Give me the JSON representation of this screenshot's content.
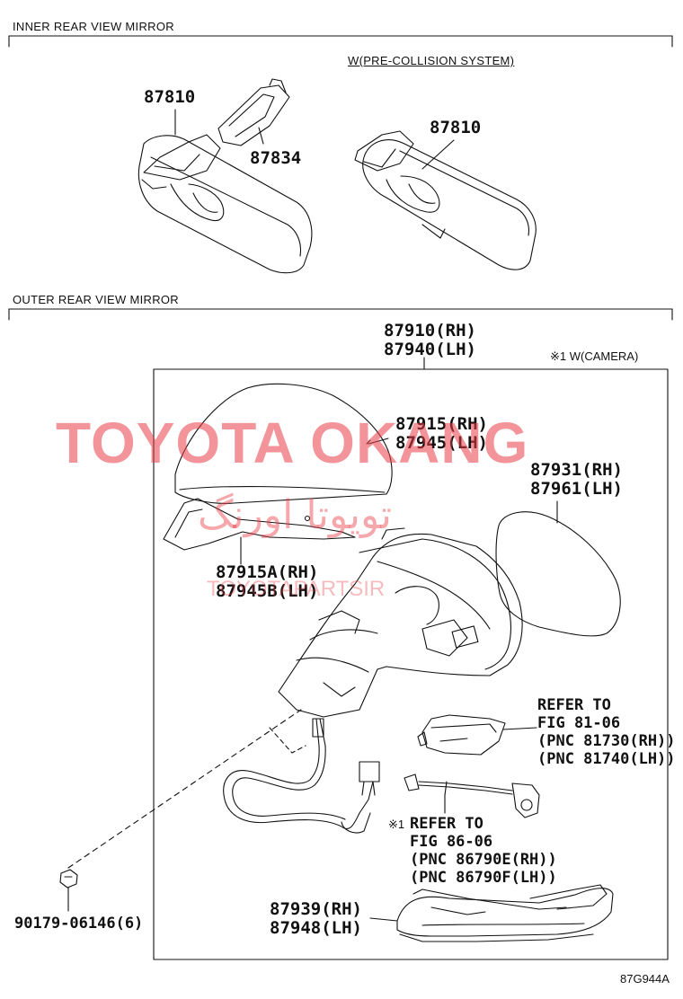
{
  "sections": {
    "inner": {
      "title": "INNER REAR VIEW MIRROR",
      "condition": "W(PRE-COLLISION SYSTEM)"
    },
    "outer": {
      "title": "OUTER REAR VIEW MIRROR",
      "camera_note": "※1 W(CAMERA)"
    }
  },
  "labels": {
    "p87810a": "87810",
    "p87834": "87834",
    "p87810b": "87810",
    "assy_rh": "87910(RH)",
    "assy_lh": "87940(LH)",
    "cover_rh": "87915(RH)",
    "cover_lh": "87945(LH)",
    "mirror_rh": "87931(RH)",
    "mirror_lh": "87961(LH)",
    "lower_rh": "87915A(RH)",
    "lower_lh": "87945B(LH)",
    "ref1_l1": "REFER TO",
    "ref1_l2": "FIG 81-06",
    "ref1_l3": "(PNC 81730(RH))",
    "ref1_l4": "(PNC 81740(LH))",
    "ref2_mark": "※1",
    "ref2_l1": "REFER TO",
    "ref2_l2": "FIG 86-06",
    "ref2_l3": "(PNC 86790E(RH))",
    "ref2_l4": "(PNC 86790F(LH))",
    "base_rh": "87939(RH)",
    "base_lh": "87948(LH)",
    "screw": "90179-06146(6)"
  },
  "watermark": {
    "main": "TOYOTA OKANG",
    "arabic": "تويوتا اورنگ",
    "sub": "TOYOTAPARTSIR"
  },
  "figure_code": "87G944A",
  "colors": {
    "ink": "#111111",
    "watermark": "#e83c46"
  }
}
